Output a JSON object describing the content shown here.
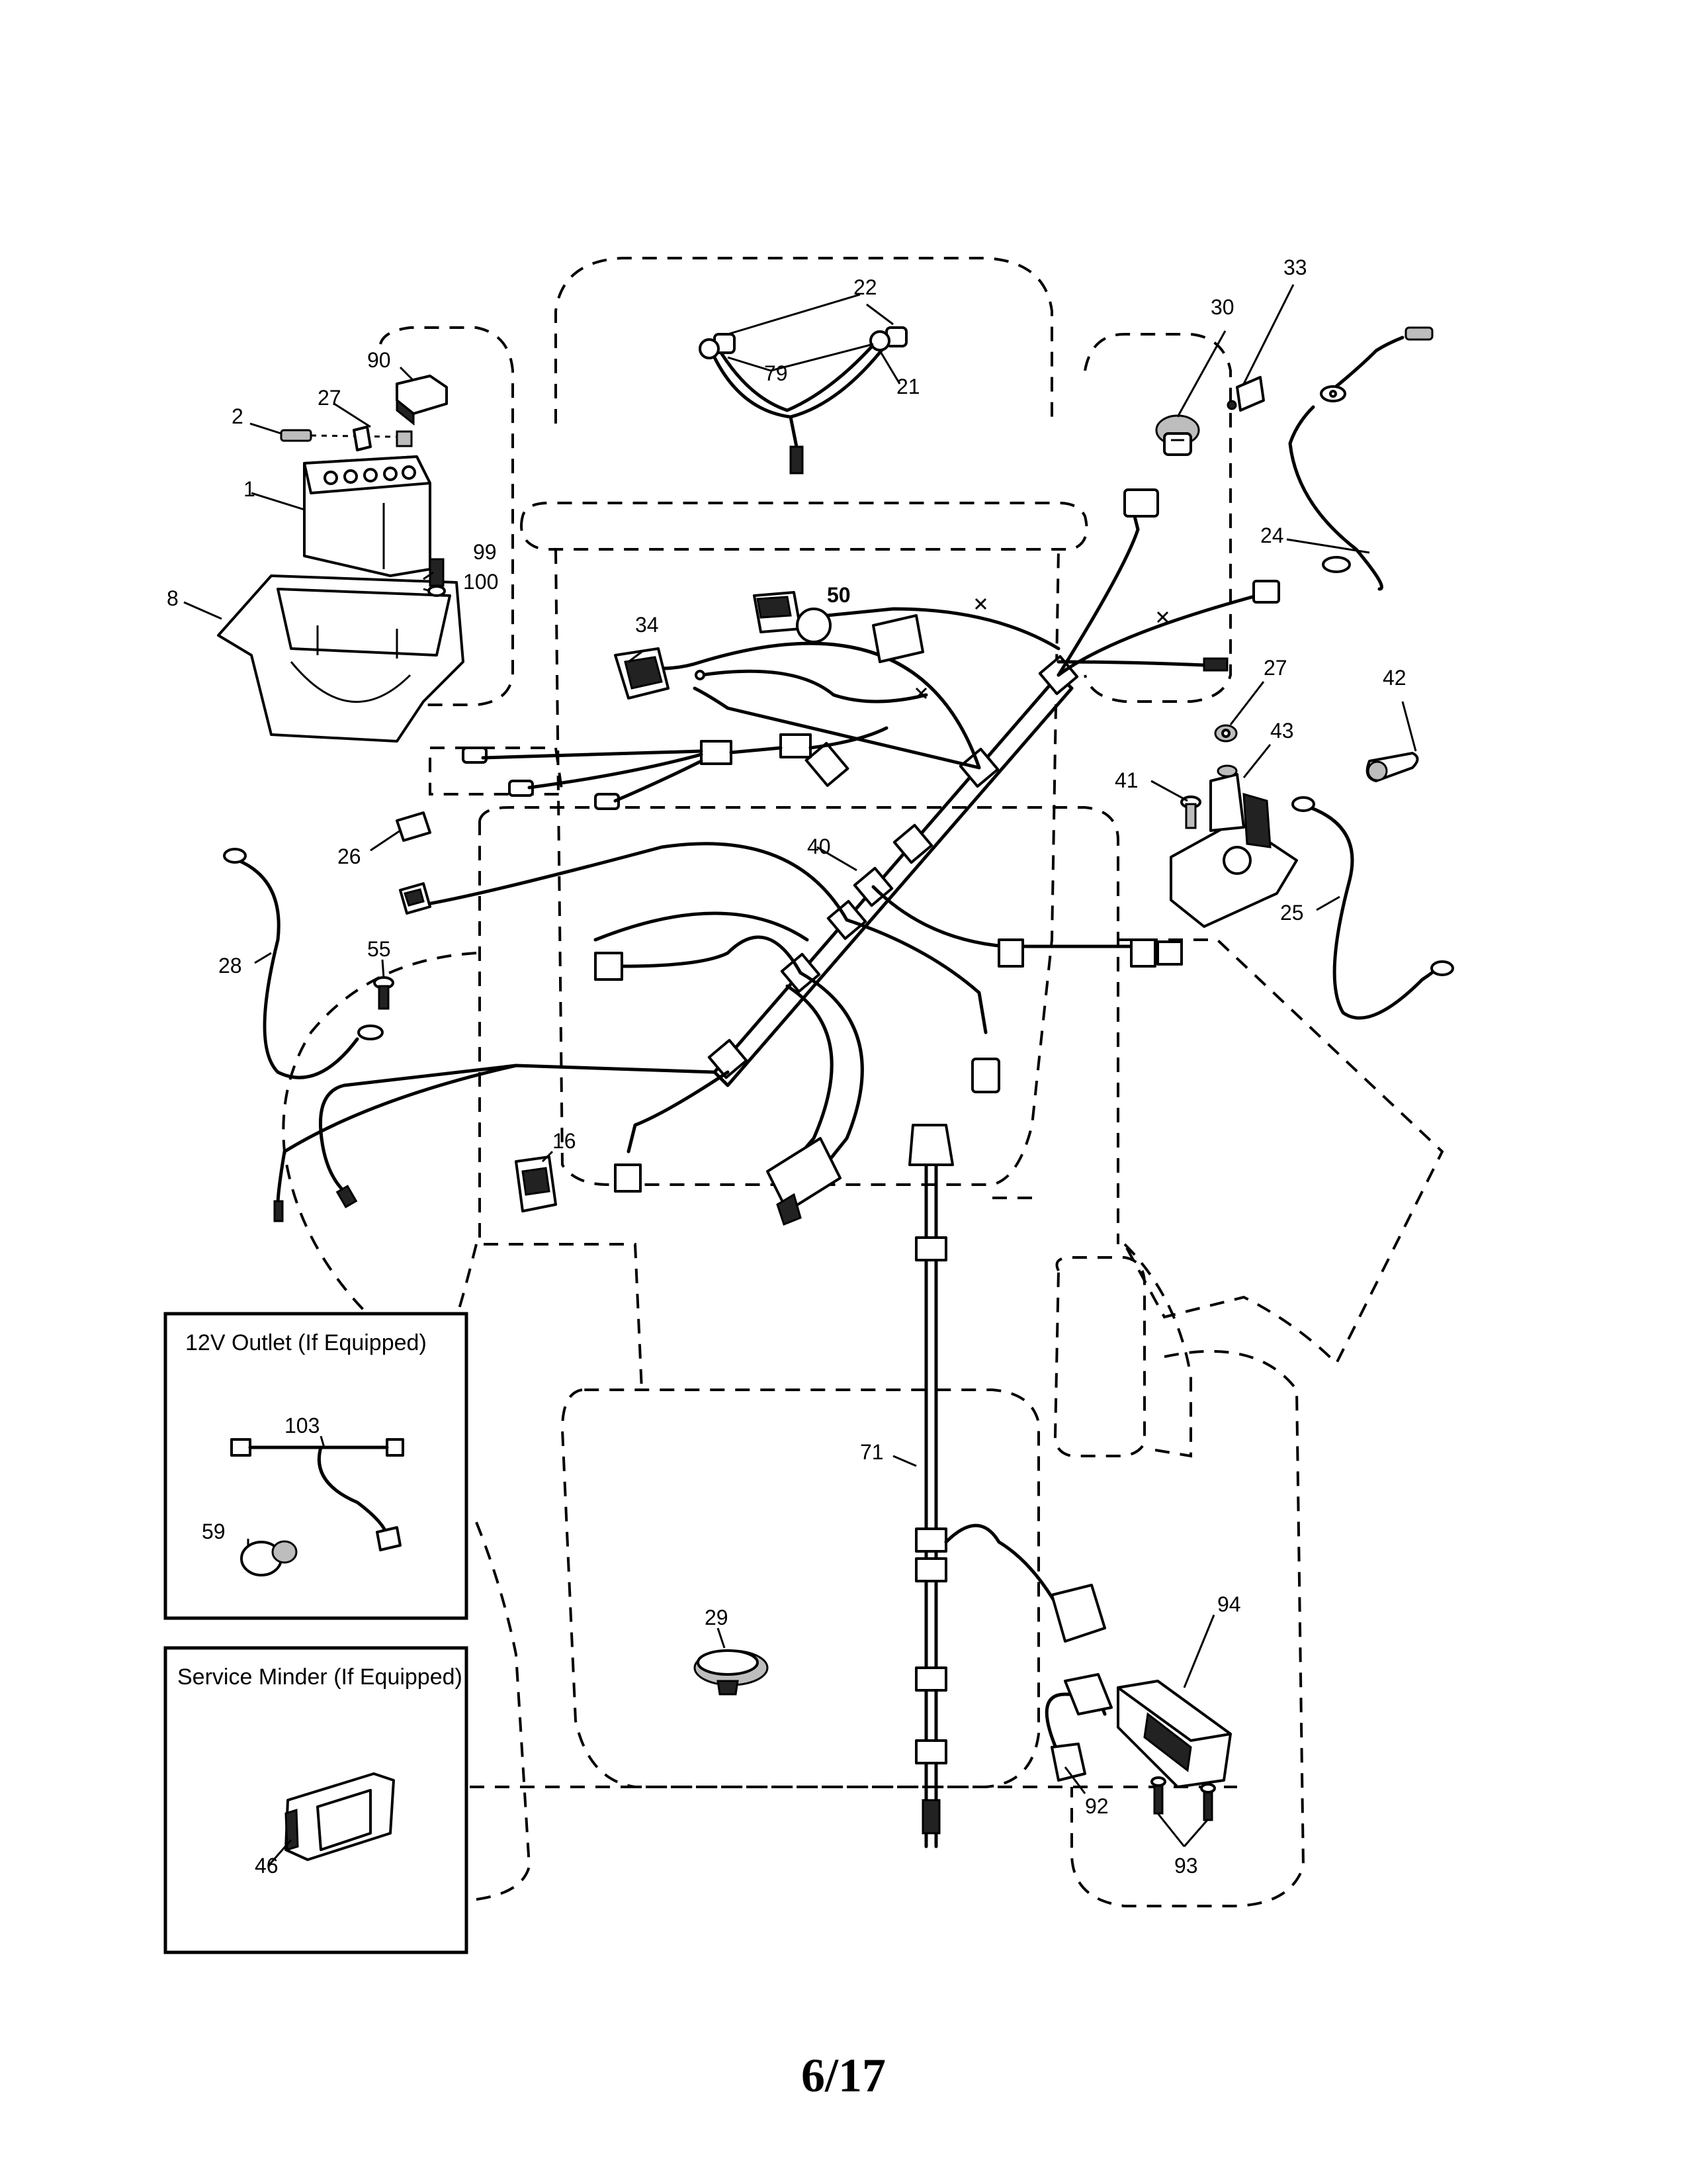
{
  "insets": {
    "outlet_title": "12V Outlet (If Equipped)",
    "minder_title": "Service Minder (If Equipped)"
  },
  "labels": {
    "p1": "1",
    "p2": "2",
    "p8": "8",
    "p16": "16",
    "p21": "21",
    "p22": "22",
    "p24": "24",
    "p25": "25",
    "p26": "26",
    "p27a": "27",
    "p27b": "27",
    "p28": "28",
    "p29": "29",
    "p30": "30",
    "p33": "33",
    "p34": "34",
    "p40": "40",
    "p41": "41",
    "p42": "42",
    "p43": "43",
    "p46": "46",
    "p50": "50",
    "p55": "55",
    "p59": "59",
    "p71": "71",
    "p79": "79",
    "p90": "90",
    "p92": "92",
    "p93": "93",
    "p94": "94",
    "p99": "99",
    "p100": "100",
    "p103": "103"
  },
  "footer": {
    "page_number": "6/17"
  }
}
